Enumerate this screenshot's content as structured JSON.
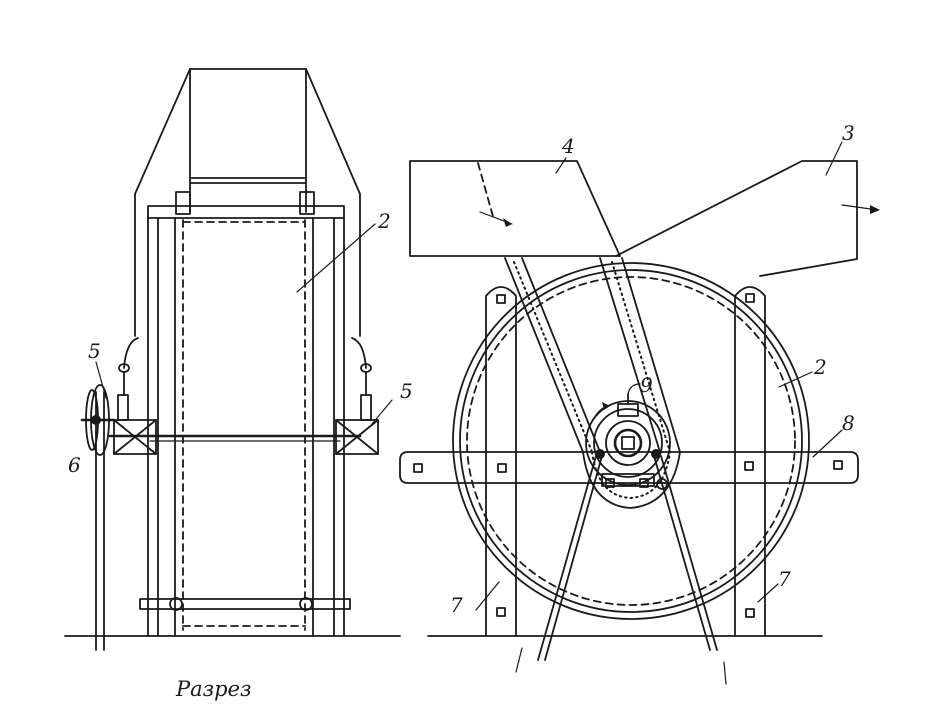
{
  "labels": {
    "side_2": "2",
    "side_5_left": "5",
    "side_5_right": "5",
    "side_6": "6",
    "front_4": "4",
    "front_3": "3",
    "front_2": "2",
    "front_8": "8",
    "front_7_left": "7",
    "front_7_right": "7",
    "front_9": "9"
  },
  "caption": "Разрез"
}
